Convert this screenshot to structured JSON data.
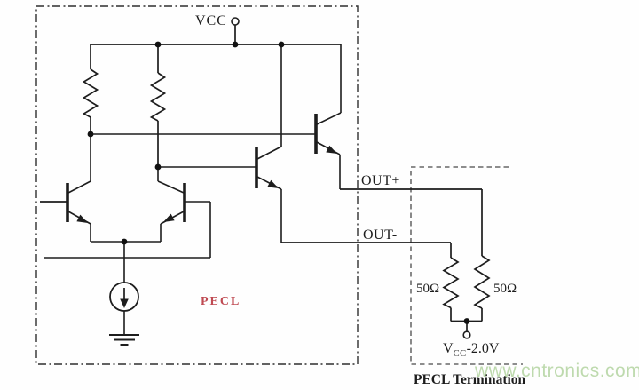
{
  "colors": {
    "line": "#1d1d1d",
    "main_box_dash": "#2f2f2f",
    "termination_box_dash": "#4a4a4a",
    "pecl_red": "#bf4a52",
    "watermark_green": "#b9d7a8",
    "background": "#fefefe"
  },
  "labels": {
    "vcc": "VCC",
    "out_plus": "OUT+",
    "out_minus": "OUT-",
    "pecl": "PECL",
    "termination_title": "PECL Termination",
    "supply": {
      "prefix": "V",
      "sub": "CC",
      "suffix": "-2.0V"
    }
  },
  "termination": {
    "resistor_left_value": "50Ω",
    "resistor_right_value": "50Ω"
  },
  "watermark": "www.cntronics.com"
}
